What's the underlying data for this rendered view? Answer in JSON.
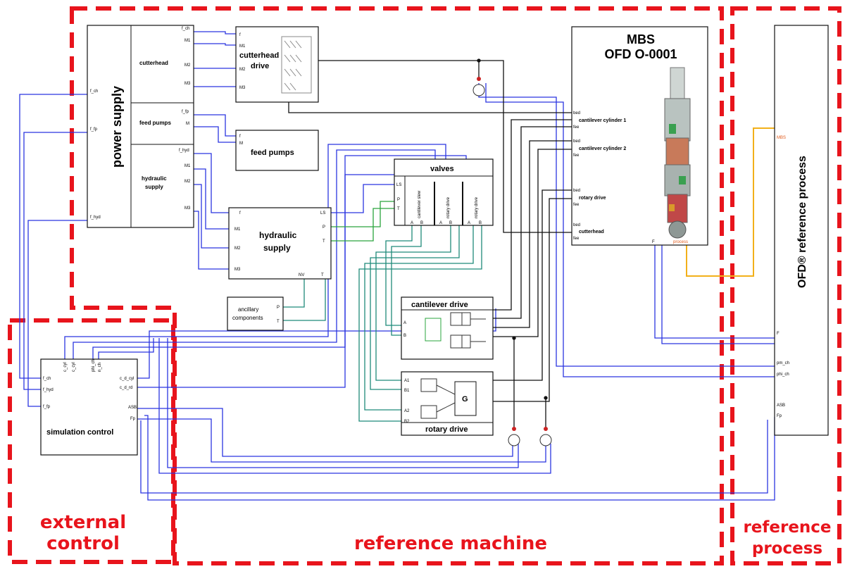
{
  "regions": {
    "external_control": [
      "external",
      "control"
    ],
    "reference_machine": "reference machine",
    "reference_process": [
      "reference",
      "process"
    ]
  },
  "blocks": {
    "power_supply": {
      "title": "power supply",
      "sections": [
        "cutterhead",
        "feed pumps",
        "hydraulic",
        "supply"
      ],
      "in_ports": [
        "f_ch",
        "f_fp",
        "f_hyd"
      ],
      "out_ports": [
        "f_ch",
        "M1",
        "M2",
        "M3",
        "f_fp",
        "M",
        "f_hyd",
        "M1",
        "M2",
        "M3"
      ]
    },
    "cutterhead_drive": {
      "title": [
        "cutterhead",
        "drive"
      ],
      "ports": [
        "f",
        "M1",
        "M2",
        "M3"
      ]
    },
    "feed_pumps": {
      "title": "feed pumps",
      "ports": [
        "f",
        "M"
      ]
    },
    "hydraulic_supply": {
      "title": [
        "hydraulic",
        "supply"
      ],
      "in_ports": [
        "f",
        "M1",
        "M2",
        "M3"
      ],
      "out_ports": [
        "LS",
        "P",
        "T"
      ],
      "bottom_ports": [
        "NV",
        "T"
      ]
    },
    "ancillary_components": {
      "title": [
        "ancillary",
        "components"
      ],
      "ports": [
        "P",
        "T"
      ]
    },
    "valves": {
      "title": "valves",
      "columns": [
        "cantilever slew",
        "rotary drive",
        "rotary drive"
      ],
      "ports": [
        "LS",
        "P",
        "T"
      ],
      "bottom_ports": [
        "A",
        "B",
        "A",
        "B",
        "A",
        "B"
      ]
    },
    "cantilever_drive": {
      "title": "cantilever drive",
      "ports": [
        "A",
        "B"
      ]
    },
    "rotary_drive": {
      "title": "rotary drive",
      "ports": [
        "A1",
        "B1",
        "A2",
        "B2"
      ],
      "generator": "G"
    },
    "mbs": {
      "title": [
        "MBS",
        "OFD O-0001"
      ],
      "items": [
        "cantilever cylinder 1",
        "cantilever cylinder 2",
        "rotary drive",
        "cutterhead"
      ],
      "item_port_top": "bed",
      "item_port_bottom": "fee",
      "bottom_port": "F",
      "process_label": "process"
    },
    "simulation_control": {
      "title": "simulation control",
      "left_ports": [
        "f_ch",
        "f_hyd",
        "f_fp"
      ],
      "top_ports": [
        "c_cyl",
        "c_cyl",
        "phi_ch",
        "n_ch"
      ],
      "right_ports": [
        "c_d_cyl",
        "c_d_rd",
        "ASB",
        "Fp"
      ]
    },
    "ofd_reference_process": {
      "title": "OFD® reference process",
      "ports": [
        "MBS",
        "F",
        "pm_ch",
        "phi_ch",
        "ASB",
        "Fp"
      ]
    }
  },
  "colors": {
    "region_border": "#e8141c",
    "signal_blue": "#2b35e0",
    "hydraulic_teal": "#1f8a7a",
    "hydraulic_green": "#2aa53d",
    "mbs_yellow": "#f2b01a",
    "mechanical_black": "#111111"
  }
}
